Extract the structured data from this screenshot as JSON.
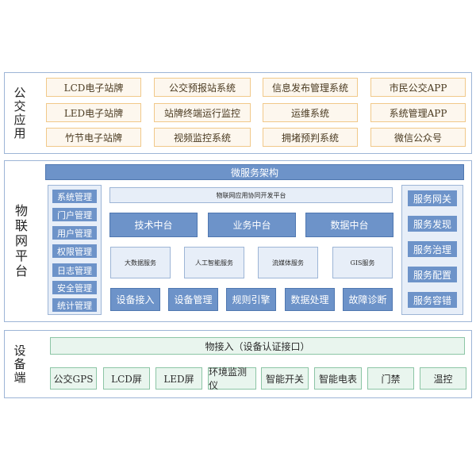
{
  "layers": {
    "app": {
      "label": "公交应用",
      "rows": [
        [
          "LCD电子站牌",
          "公交预报站系统",
          "信息发布管理系统",
          "市民公交APP"
        ],
        [
          "LED电子站牌",
          "站牌终端运行监控",
          "运维系统",
          "系统管理APP"
        ],
        [
          "竹节电子站牌",
          "视频监控系统",
          "拥堵预判系统",
          "微信公众号"
        ]
      ]
    },
    "platform": {
      "label": "物联网平台",
      "microservice": "微服务架构",
      "left_panel": [
        "系统管理",
        "门户管理",
        "用户管理",
        "权限管理",
        "日志管理",
        "安全管理",
        "统计管理"
      ],
      "collab": "物联网应用协同开发平台",
      "centers": [
        "技术中台",
        "业务中台",
        "数据中台"
      ],
      "services": [
        "大数据服务",
        "人工智能服务",
        "流媒体服务",
        "GIS服务"
      ],
      "functions": [
        "设备接入",
        "设备管理",
        "规则引擎",
        "数据处理",
        "故障诊断"
      ],
      "right_panel": [
        "服务网关",
        "服务发现",
        "服务治理",
        "服务配置",
        "服务容错"
      ]
    },
    "device": {
      "label": "设备端",
      "access": "物接入（设备认证接口）",
      "devices": [
        "公交GPS",
        "LCD屏",
        "LED屏",
        "环境监测仪",
        "智能开关",
        "智能电表",
        "门禁",
        "温控"
      ]
    }
  }
}
